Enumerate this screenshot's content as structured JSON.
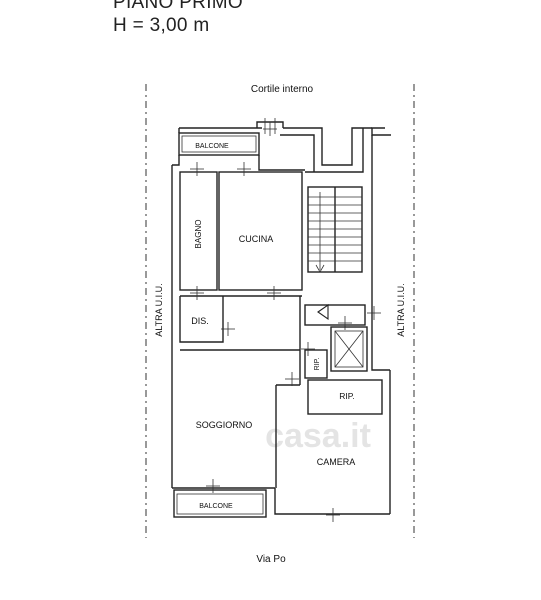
{
  "header": {
    "floor_label": "PIANO PRIMO",
    "height_label": "H = 3,00 m"
  },
  "surroundings": {
    "top": "Cortile interno",
    "bottom": "Via Po",
    "left": "ALTRA U.I.U.",
    "right": "ALTRA U.I.U."
  },
  "rooms": {
    "balcone_top": "BALCONE",
    "bagno": "BAGNO",
    "cucina": "CUCINA",
    "dis": "DIS.",
    "rip_small": "RIP.",
    "rip": "RIP.",
    "soggiorno": "SOGGIORNO",
    "camera": "CAMERA",
    "balcone_bottom": "BALCONE"
  },
  "watermark": "casa.it"
}
